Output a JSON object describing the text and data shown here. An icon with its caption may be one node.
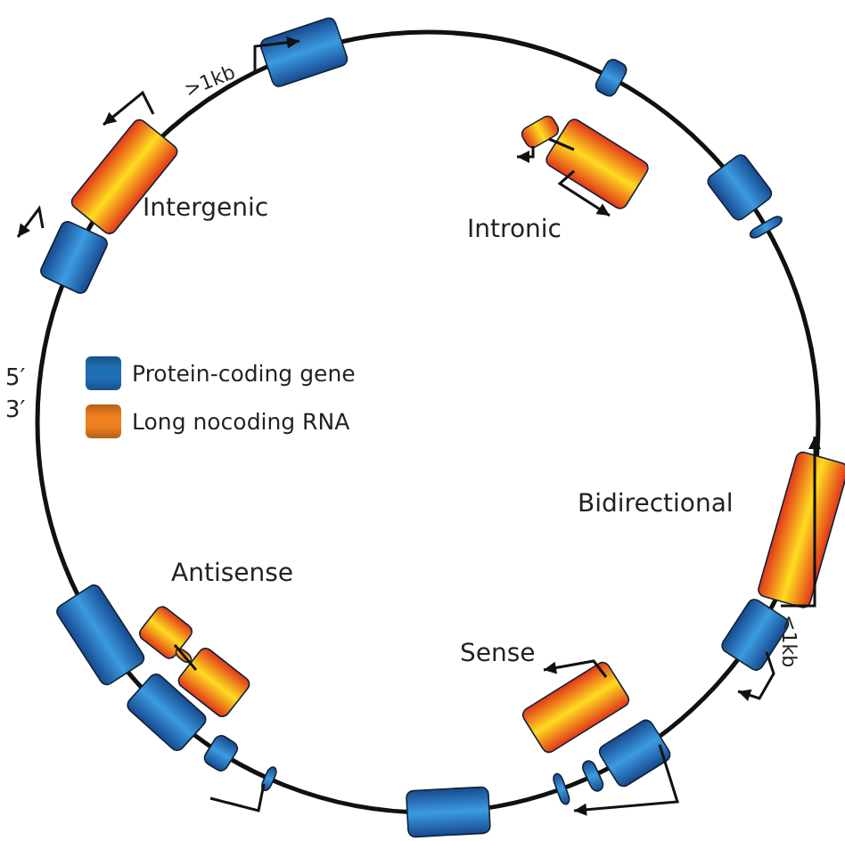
{
  "diagram": {
    "labels": [
      ">1kb",
      "Intergenic",
      "Intronic",
      "5′",
      "3′",
      "Bidirectional",
      "<1kb",
      "Antisense",
      "Sense"
    ],
    "legend": [
      {
        "text": "Protein-coding gene",
        "color": "#1f6fb5"
      },
      {
        "text": "Long nocoding RNA",
        "color": "#f08020"
      }
    ]
  }
}
